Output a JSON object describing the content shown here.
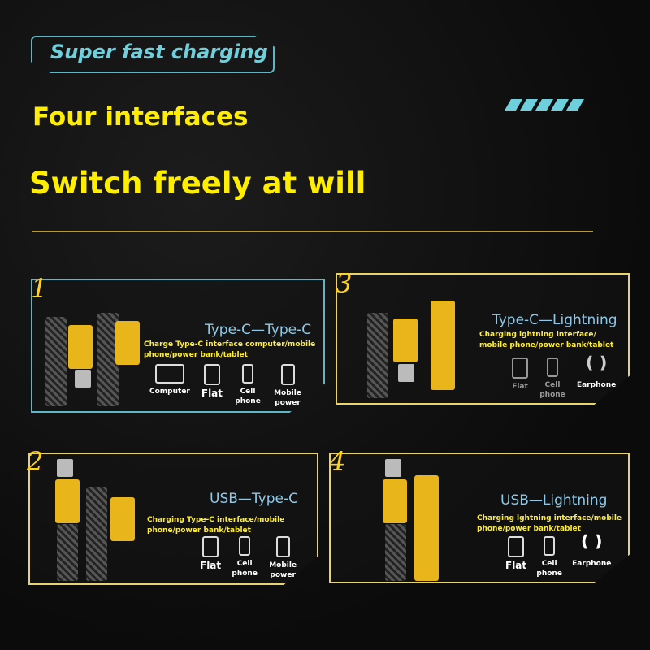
{
  "header": {
    "badge": "Super fast charging",
    "line1": "Four interfaces",
    "line2": "Switch freely at will"
  },
  "accent": "#ffee00",
  "teal": "#6fd0dd",
  "panels": [
    {
      "num": "1",
      "title": "Type-C—Type-C",
      "desc": "Charge Type-C interface computer/mobile phone/power bank/tablet",
      "devices": [
        "Computer",
        "Flat",
        "Cell phone",
        "Mobile power"
      ]
    },
    {
      "num": "3",
      "title": "Type-C—Lightning",
      "desc": "Charging lghtning interface/ mobile phone/power bank/tablet",
      "devices": [
        "Flat",
        "Cell phone",
        "Earphone"
      ]
    },
    {
      "num": "2",
      "title": "USB—Type-C",
      "desc": "Charging Type-C interface/mobile phone/power bank/tablet",
      "devices": [
        "Flat",
        "Cell phone",
        "Mobile power"
      ]
    },
    {
      "num": "4",
      "title": "USB—Lightning",
      "desc": "Charging lghtning interface/mobile phone/power bank/tablet",
      "devices": [
        "Flat",
        "Cell phone",
        "Earphone"
      ]
    }
  ]
}
